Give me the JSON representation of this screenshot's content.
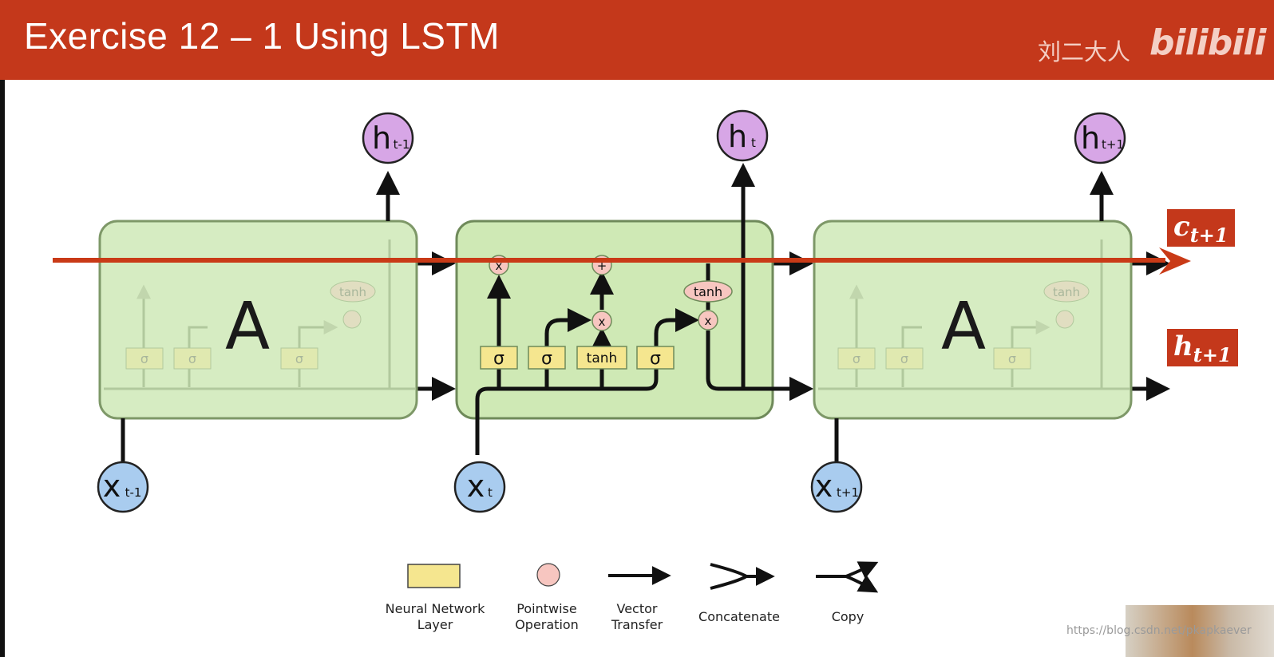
{
  "header": {
    "title": "Exercise 12 – 1 Using LSTM",
    "brand_cn": "刘二大人",
    "brand_logo": "bilibili"
  },
  "colors": {
    "header_bg": "#c4381b",
    "cell_fill": "#cfe9b5",
    "cell_border": "#6f8a5a",
    "output_node": "#d7a6e6",
    "input_node": "#a9ccef",
    "layer_box": "#f5e68f",
    "pointwise": "#f7c6c0",
    "highlight_line": "#c93a17"
  },
  "cells": [
    {
      "label": "A",
      "output": {
        "main": "h",
        "sub": "t-1"
      },
      "input": {
        "main": "x",
        "sub": "t-1"
      }
    },
    {
      "label": "",
      "output": {
        "main": "h",
        "sub": "t"
      },
      "input": {
        "main": "x",
        "sub": "t"
      }
    },
    {
      "label": "A",
      "output": {
        "main": "h",
        "sub": "t+1"
      },
      "input": {
        "main": "x",
        "sub": "t+1"
      }
    }
  ],
  "middle_cell": {
    "gates": [
      "σ",
      "σ",
      "tanh",
      "σ"
    ],
    "ops": [
      "x",
      "+",
      "x",
      "x"
    ],
    "tanh_op": "tanh"
  },
  "faded_cell": {
    "gates": [
      "σ",
      "σ",
      "σ"
    ],
    "tanh_op": "tanh"
  },
  "annotations": {
    "c": {
      "main": "c",
      "sub": "t+1"
    },
    "h": {
      "main": "h",
      "sub": "t+1"
    }
  },
  "legend": {
    "items": [
      {
        "label_line1": "Neural Network",
        "label_line2": "Layer",
        "icon": "yellow-rect-icon"
      },
      {
        "label_line1": "Pointwise",
        "label_line2": "Operation",
        "icon": "pink-circle-icon"
      },
      {
        "label_line1": "Vector",
        "label_line2": "Transfer",
        "icon": "arrow-icon"
      },
      {
        "label_line1": "Concatenate",
        "label_line2": "",
        "icon": "merge-arrow-icon"
      },
      {
        "label_line1": "Copy",
        "label_line2": "",
        "icon": "split-arrow-icon"
      }
    ]
  },
  "watermark": "https://blog.csdn.net/pkapkaever"
}
